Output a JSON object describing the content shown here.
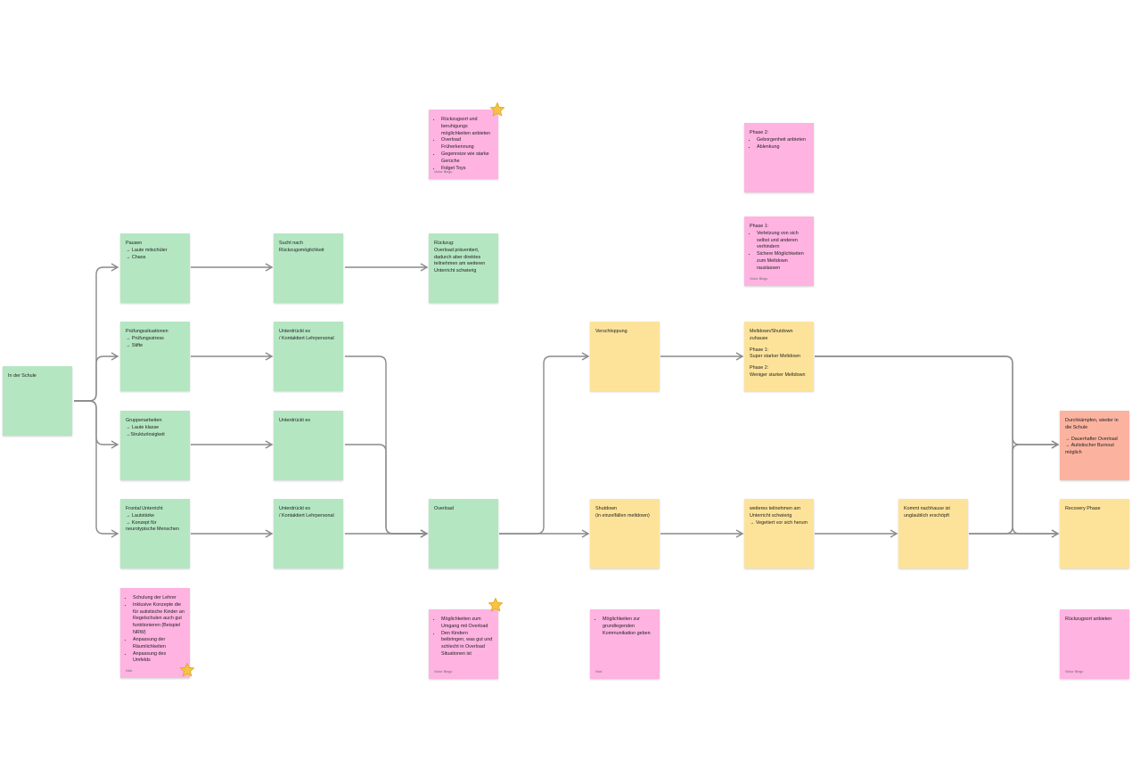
{
  "colors": {
    "green": "#b4e6c2",
    "pink": "#feb3e1",
    "yellow": "#fde39a",
    "orange": "#fbb3a0",
    "connector": "#8a8a8a",
    "star": "#f6c343"
  },
  "notes": {
    "in_der_schule": {
      "lines": [
        "In der Schule"
      ]
    },
    "pausen": {
      "lines": [
        "Pausen",
        "→ Laute mitschüler",
        "→ Chaos"
      ]
    },
    "pruefung": {
      "lines": [
        "Prüfungssituationen",
        "→ Prüfungsstress",
        "→ Stifte"
      ]
    },
    "gruppen": {
      "lines": [
        "Gruppenarbeiten",
        "→ Laute klasse",
        "→Strukturlosigkeit"
      ]
    },
    "frontal": {
      "lines": [
        "Frontal Unterricht",
        "→ Lautstärke",
        "→ Konzept für neurotypische Menschen"
      ]
    },
    "sucht": {
      "lines": [
        "Sucht nach",
        "Rückzugsmöglichkeit"
      ]
    },
    "unterdrueckt1": {
      "lines": [
        "Unterdrückt es",
        "/ Kontaktiert Lehrpersonal"
      ]
    },
    "unterdrueckt2": {
      "lines": [
        "Unterdrückt es"
      ]
    },
    "unterdrueckt3": {
      "lines": [
        "Unterdrückt es",
        "/ Kontaktiert Lehrpersonal"
      ]
    },
    "rueckzug": {
      "lines": [
        "Rückzug:",
        "Overload präventiert, dadurch aber direktes teilnehmen am weiteren Unterricht schwierig"
      ]
    },
    "overload": {
      "lines": [
        "Overload"
      ]
    },
    "verschloppung": {
      "lines": [
        "Verschloppung"
      ]
    },
    "shutdown": {
      "lines": [
        "Shutdown",
        "(in einzelfällen meltdown)"
      ]
    },
    "meltdown": {
      "lines": [
        "Meltdown/Shutdown zuhause",
        "",
        "Phase 1:",
        "Super starker Meltdown",
        "",
        "Phase 2:",
        "Weniger starker Meltdown"
      ]
    },
    "weiteres": {
      "lines": [
        "weiteres teilnehmen am Unterricht schwierig",
        "→ Vegetiert vor sich herum"
      ]
    },
    "kommt": {
      "lines": [
        "Kommt nachhause ist unglaublich erschöpft"
      ]
    },
    "durchkaempfen": {
      "lines": [
        "Durchkämpfen, wieder in die Schule",
        "",
        "→ Dauerhafter Overload",
        "→ Autistischer Burnout möglich"
      ]
    },
    "recovery": {
      "lines": [
        "Recovery Phase"
      ]
    },
    "pink_rueckzugsort": {
      "bullets": [
        "Rückzugsort und beruhigungs möglichkeiten anbieten",
        "Overload Früherkennung",
        "Gegenreize wie starke Gerüche",
        "Fidget Toys"
      ],
      "author": "Victor Biegu"
    },
    "pink_phase2": {
      "lines": [
        "Phase 2:"
      ],
      "bullets": [
        "Geborgenheit anbieten",
        "Ablenkung"
      ]
    },
    "pink_phase1": {
      "lines": [
        "Phase 1:"
      ],
      "bullets": [
        "Verletzung von sich selbst und anderen verhindern",
        "Sichere Möglichkeiten zum Meltdown rauslassen"
      ],
      "author": "Victor Biegu"
    },
    "pink_schulung": {
      "bullets": [
        "Schulung der Lehrer",
        "Inklusive Konzepte die für autistische Kinder an Regelschulen auch gut funktionieren (Beispiel NRW)",
        "Anpassung der Räumlichkeiten",
        "Anpassung des Umfelds"
      ],
      "author": "Nick"
    },
    "pink_moeglichkeiten": {
      "bullets": [
        "Möglichkeiten zum Umgang mit Overload",
        "Den Kindern beibringen, was gut und schlecht in Overload Situationen ist"
      ],
      "author": "Victor Biegu"
    },
    "pink_kommunikation": {
      "bullets": [
        "Möglichkeiten zur grundlegenden Kommunikation geben"
      ],
      "author": "Nick"
    },
    "pink_rueckzugsort2": {
      "lines": [
        "Rückzugsort anbieten"
      ],
      "author": "Victor Biegu"
    }
  }
}
